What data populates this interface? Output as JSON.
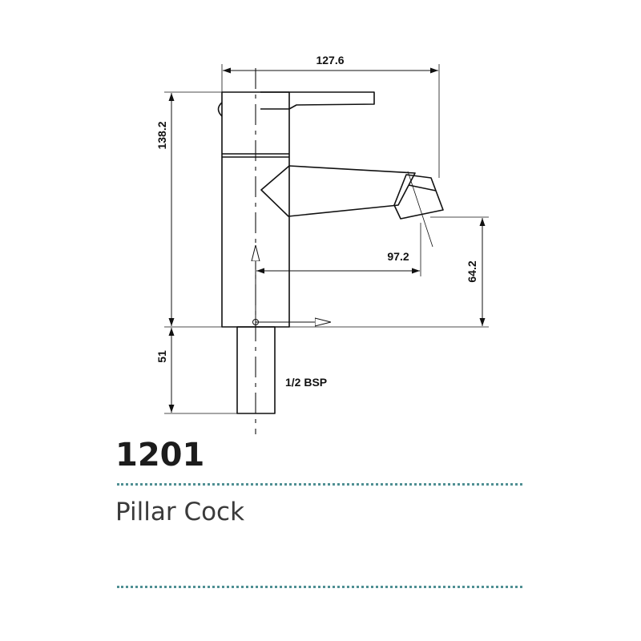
{
  "drawing": {
    "dimensions": {
      "overall_reach": "127.6",
      "overall_height": "138.2",
      "spout_reach": "97.2",
      "spout_height": "64.2",
      "tail_length": "51"
    },
    "thread_label": "1/2 BSP"
  },
  "product": {
    "model_number": "1201",
    "name": "Pillar Cock"
  },
  "colors": {
    "line": "#111111",
    "divider": "#4f8f93"
  }
}
